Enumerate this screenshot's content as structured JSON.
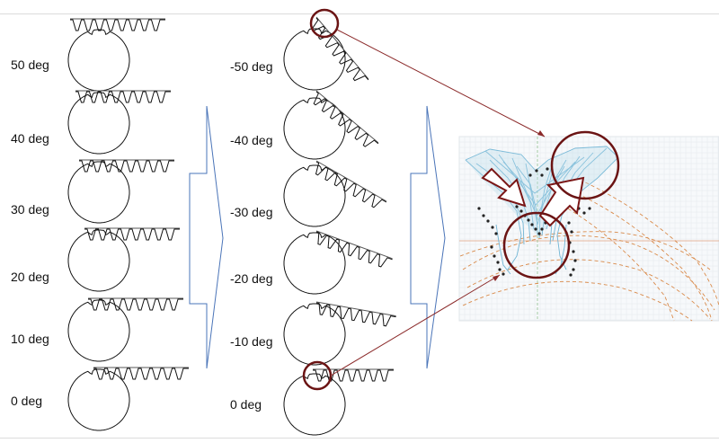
{
  "left_column": {
    "labels": [
      "50 deg",
      "40 deg",
      "30 deg",
      "20 deg",
      "10 deg",
      "0 deg"
    ]
  },
  "middle_column": {
    "labels": [
      "-50 deg",
      "-40 deg",
      "-30 deg",
      "-20 deg",
      "-10 deg",
      "0 deg"
    ]
  },
  "colors": {
    "gear_stroke": "#111111",
    "arrow_outline": "#4a74b8",
    "highlight_circle": "#6b1414",
    "connector_line": "#8b2a2a",
    "curve_blue": "#6fb4d4",
    "curve_orange": "#d98a4a",
    "grid": "#e4e8ec"
  },
  "icons": {
    "flow_arrow_1": "chevron-right-arrow",
    "flow_arrow_2": "chevron-right-arrow",
    "block_arrow_1": "down-right-block-arrow",
    "block_arrow_2": "up-right-block-arrow"
  }
}
